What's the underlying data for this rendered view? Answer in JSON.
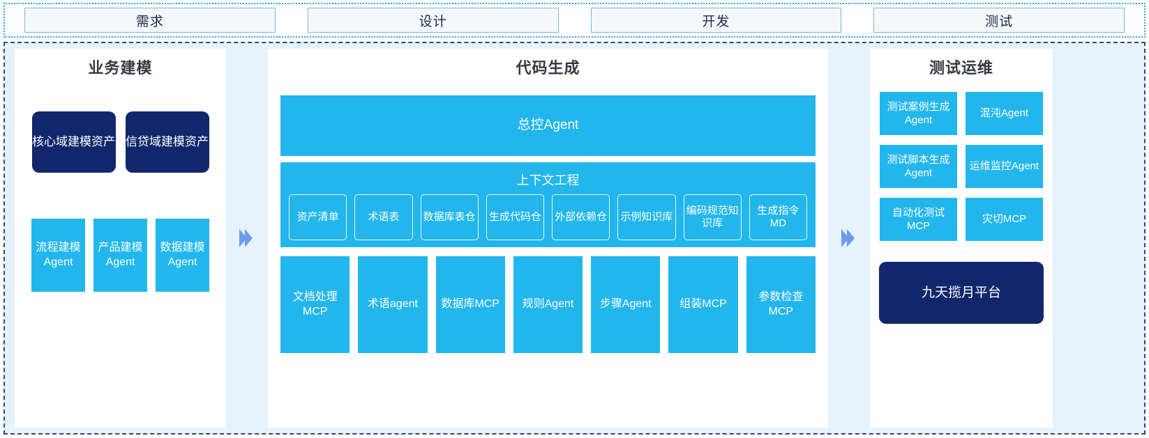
{
  "phases": [
    {
      "label": "需求"
    },
    {
      "label": "设计"
    },
    {
      "label": "开发"
    },
    {
      "label": "测试"
    }
  ],
  "colors": {
    "accent_blue": "#22b6ec",
    "navy": "#12276b",
    "panel_bg": "#e7f3fc",
    "arrow_blue": "#6f9bec",
    "phase_border": "#7ab6d8",
    "dashed_border": "#2f4a7a"
  },
  "left_panel": {
    "title": "业务建模",
    "domain_assets": [
      {
        "label": "核心域建模资产"
      },
      {
        "label": "信贷域建模资产"
      }
    ],
    "agents": [
      {
        "label": "流程建模Agent"
      },
      {
        "label": "产品建模Agent"
      },
      {
        "label": "数据建模Agent"
      }
    ]
  },
  "mid_panel": {
    "title": "代码生成",
    "master_agent": "总控Agent",
    "context": {
      "title": "上下文工程",
      "items": [
        {
          "label": "资产清单"
        },
        {
          "label": "术语表"
        },
        {
          "label": "数据库表仓"
        },
        {
          "label": "生成代码仓"
        },
        {
          "label": "外部依赖仓"
        },
        {
          "label": "示例知识库"
        },
        {
          "label": "编码规范知识库"
        },
        {
          "label": "生成指令MD"
        }
      ]
    },
    "tools": [
      {
        "label": "文档处理MCP"
      },
      {
        "label": "术语agent"
      },
      {
        "label": "数据库MCP"
      },
      {
        "label": "规则Agent"
      },
      {
        "label": "步骤Agent"
      },
      {
        "label": "组装MCP"
      },
      {
        "label": "参数检查MCP"
      }
    ]
  },
  "right_panel": {
    "title": "测试运维",
    "items": [
      {
        "label": "测试案例生成Agent"
      },
      {
        "label": "混沌Agent"
      },
      {
        "label": "测试脚本生成Agent"
      },
      {
        "label": "运维监控Agent"
      },
      {
        "label": "自动化测试MCP"
      },
      {
        "label": "灾切MCP"
      }
    ],
    "platform": "九天揽月平台"
  },
  "arrows": [
    {
      "name": "double-chevron-right"
    },
    {
      "name": "double-chevron-right"
    }
  ]
}
